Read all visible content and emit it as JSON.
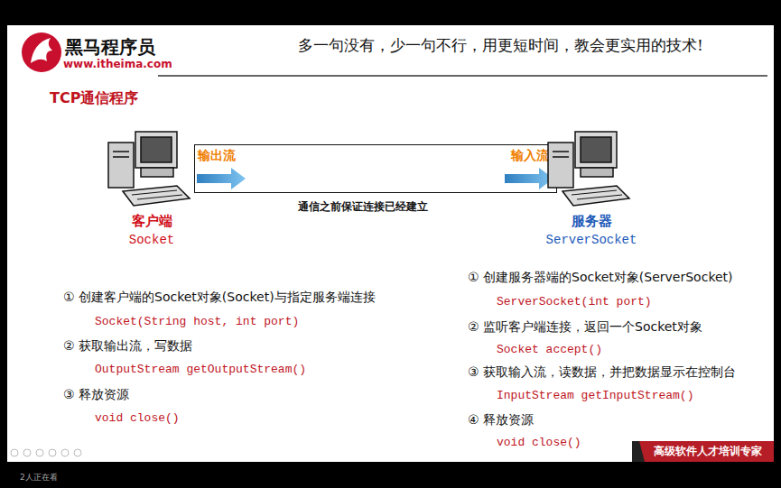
{
  "diagram": {
    "title": "TCP通信程序",
    "nodes": [
      {
        "text": [
          "客户端",
          "Socket"
        ]
      },
      {
        "text": [
          "输出流",
          "输入流"
        ]
      },
      {
        "text": [
          "服务器",
          "ServerSocket"
        ]
      },
      {
        "text": [
          "高级软件人才培训专家"
        ]
      }
    ],
    "labels": [
      "黑马程序员",
      "www.itheima.com",
      "多一句没有，少一句不行，用更短时间，教会更实用的技术!",
      "通信之前保证连接已经建立",
      "① 创建客户端的Socket对象(Socket)与指定服务端连接",
      "Socket(String host, int port)",
      "② 获取输出流，写数据",
      "OutputStream getOutputStream()",
      "③ 释放资源",
      "void close()",
      "① 创建服务器端的Socket对象(ServerSocket)",
      "ServerSocket(int port)",
      "② 监听客户端连接，返回一个Socket对象",
      "Socket accept()",
      "③ 获取输入流，读数据，并把数据显示在控制台",
      "InputStream getInputStream()",
      "④ 释放资源",
      "void close()",
      "2人正在看"
    ]
  }
}
